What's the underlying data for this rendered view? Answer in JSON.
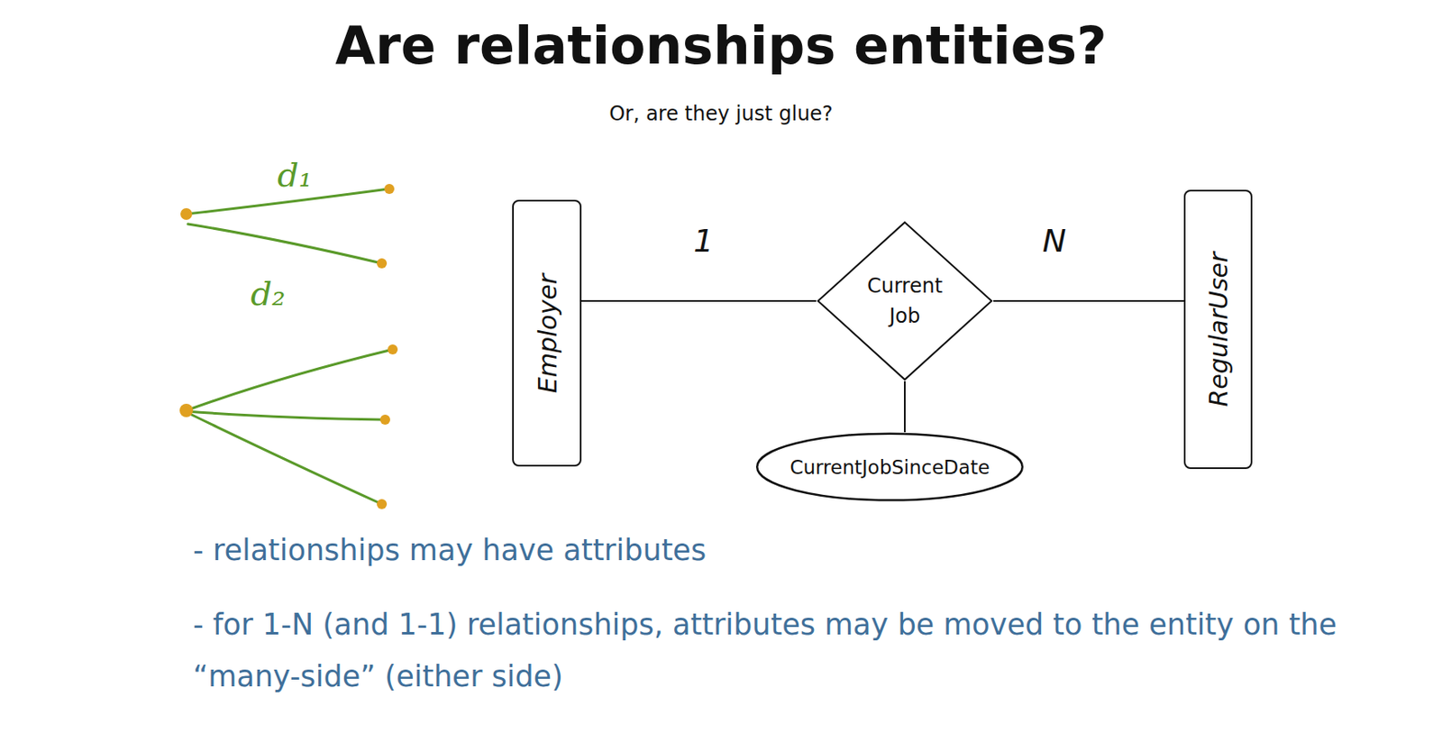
{
  "diagram": {
    "title": "Are relationships entities?",
    "caption": "Or, are they just glue?",
    "nodes": [
      {
        "text": [
          "Employer"
        ]
      },
      {
        "text": [
          "Current Job"
        ]
      },
      {
        "text": [
          "RegularUser"
        ]
      },
      {
        "text": [
          "CurrentJobSinceDate"
        ]
      }
    ],
    "edges": [
      {
        "from": 0,
        "to": 1,
        "arrow": "none",
        "label": "1"
      },
      {
        "from": 1,
        "to": 2,
        "arrow": "none",
        "label": "N"
      },
      {
        "from": 1,
        "to": 3,
        "arrow": "none"
      }
    ],
    "labels": [
      "d₁",
      "d₂",
      "- relationships may have attributes",
      "- for 1-N (and 1-1) relationships, attributes may be moved to the entity on the “many-side” (either side)"
    ]
  }
}
